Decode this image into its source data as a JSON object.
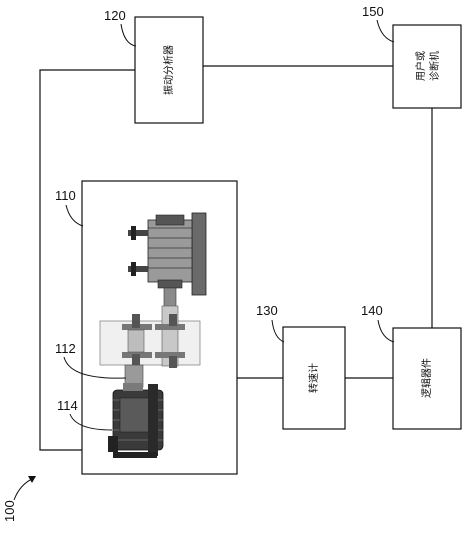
{
  "figure_number": "100",
  "blocks": {
    "analyzer": {
      "ref": "120",
      "label": "振动分析器"
    },
    "user": {
      "ref": "150",
      "label_line1": "用户或",
      "label_line2": "诊断机"
    },
    "tachometer": {
      "ref": "130",
      "label": "转速计"
    },
    "logic": {
      "ref": "140",
      "label": "逻辑器件"
    },
    "machine": {
      "ref": "110"
    },
    "coupling": {
      "ref": "112"
    },
    "motor": {
      "ref": "114"
    }
  },
  "colors": {
    "line": "#111111",
    "photo_dark": "#3a3a3a",
    "photo_mid": "#8a8a8a",
    "photo_light": "#d4d4d4"
  }
}
